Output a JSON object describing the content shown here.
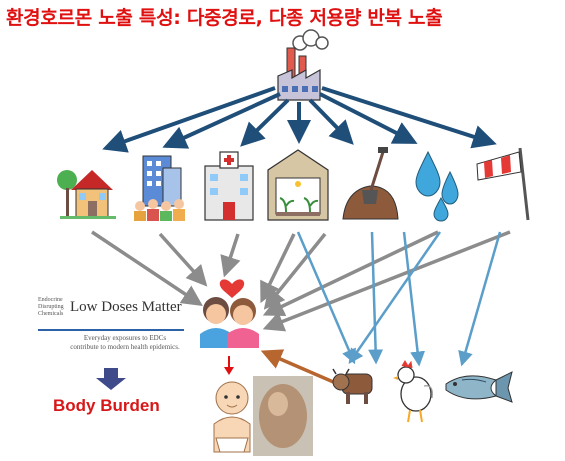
{
  "title": "환경호르몬 노출 특성: 다중경로, 다종 저용량 반복 노출",
  "low_doses_box": {
    "subtitle_lines": [
      "Endocrine",
      "Disrupting",
      "Chemicals"
    ],
    "heading": "Low Doses Matter",
    "caption": "Everyday exposures to EDCs contribute to modern health epidemics."
  },
  "body_burden_label": "Body Burden",
  "colors": {
    "title": "#e01010",
    "factory_arrows": "#1f4e79",
    "gray_arrows": "#8c8c8c",
    "blue_arrows": "#5b9ec9",
    "brown_arrow": "#b8662f",
    "red_arrow": "#e01010",
    "down_arrow": "#3f4a8a"
  },
  "sources": [
    {
      "name": "house-icon"
    },
    {
      "name": "apartment-icon"
    },
    {
      "name": "hospital-icon"
    },
    {
      "name": "greenhouse-icon"
    },
    {
      "name": "soil-shovel-icon"
    },
    {
      "name": "water-drops-icon"
    },
    {
      "name": "windsock-icon"
    }
  ],
  "food_sources": [
    {
      "name": "cow-icon"
    },
    {
      "name": "chicken-icon"
    },
    {
      "name": "fish-icon"
    }
  ]
}
